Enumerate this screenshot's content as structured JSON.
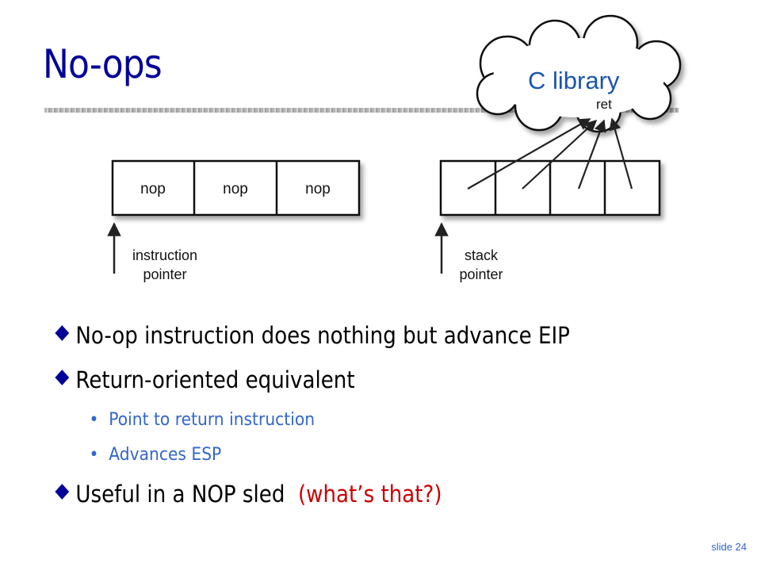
{
  "slide": {
    "title": "No-ops",
    "slide_number": "slide 24"
  },
  "diagram": {
    "cloud_label": "C library",
    "ret_label": "ret",
    "instruction_cells": [
      "nop",
      "nop",
      "nop"
    ],
    "ip_label_line1": "instruction",
    "ip_label_line2": "pointer",
    "sp_label_line1": "stack",
    "sp_label_line2": "pointer"
  },
  "bullets": {
    "b1": "No-op instruction does nothing but advance EIP",
    "b2": "Return-oriented equivalent",
    "b2_sub1": "Point to return instruction",
    "b2_sub2": "Advances ESP",
    "b3": "Useful in a NOP sled",
    "b3_paren": "(what’s that?)"
  },
  "colors": {
    "title": "#000099",
    "sub_bullets": "#3366cc",
    "aside": "#cc0000"
  }
}
